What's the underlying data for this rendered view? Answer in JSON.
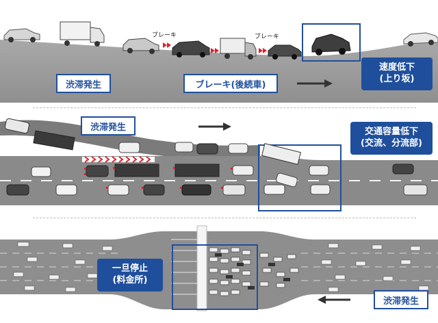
{
  "panel1": {
    "labels": {
      "congestion": "渋滞発生",
      "brake_following": "ブレーキ(後続車)",
      "brake_tag_1": "ブレーキ",
      "brake_tag_2": "ブレーキ"
    },
    "callout": [
      "速度低下",
      "(上り坂)"
    ]
  },
  "panel2": {
    "labels": {
      "congestion": "渋滞発生"
    },
    "callout": [
      "交通容量低下",
      "(交流、分流部)"
    ]
  },
  "panel3": {
    "labels": {
      "congestion": "渋滞発生"
    },
    "callout": [
      "一旦停止",
      "(料金所)"
    ]
  },
  "colors": {
    "accent_blue": "#1f4f9c",
    "road_gray": "#9a9a9a",
    "road_dark": "#7b7b7b",
    "brake_red": "#e0202c"
  }
}
